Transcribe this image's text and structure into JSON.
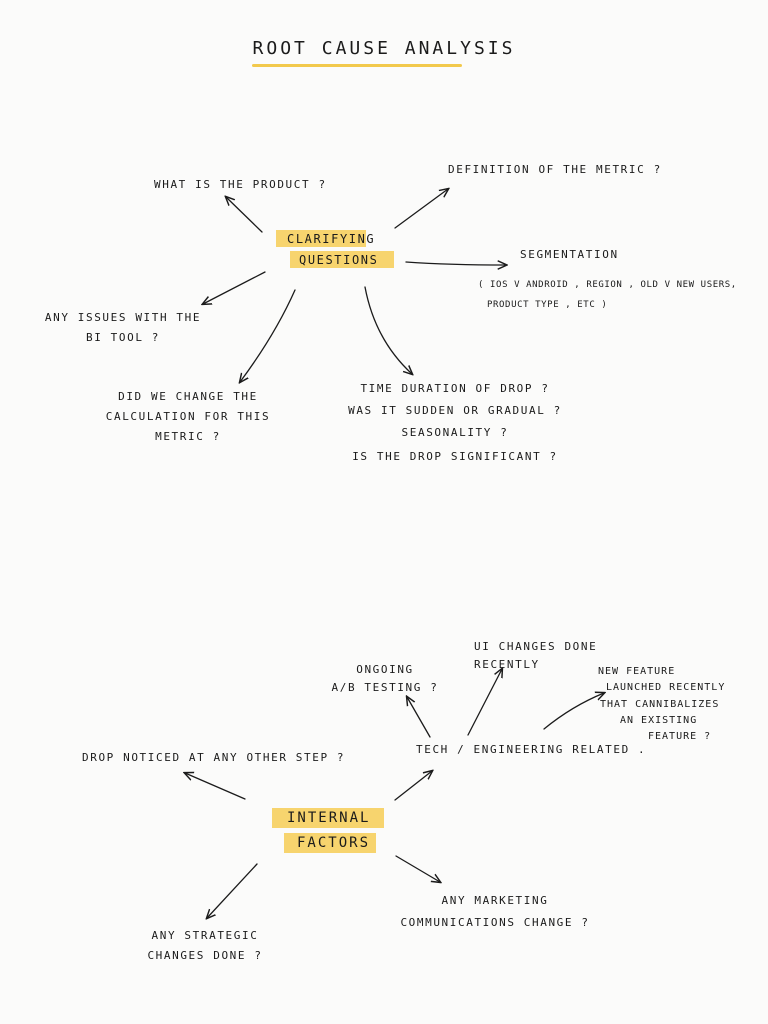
{
  "title": "ROOT CAUSE ANALYSIS",
  "colors": {
    "highlight": "#f6cd55",
    "ink": "#1b1b1b",
    "paper": "#fbfbfa"
  },
  "clarifying": {
    "hub": [
      "CLARIFYING",
      "QUESTIONS"
    ],
    "product": "WHAT IS THE PRODUCT ?",
    "definition": "DEFINITION OF THE METRIC ?",
    "segmentation_title": "SEGMENTATION",
    "segmentation_detail": [
      "( IOS v ANDROID , REGION , OLD v NEW USERS,",
      "PRODUCT TYPE , ETC )"
    ],
    "bi_tool": [
      "ANY ISSUES WITH THE",
      "BI TOOL ?"
    ],
    "calculation": [
      "DID WE CHANGE THE",
      "CALCULATION FOR THIS",
      "METRIC ?"
    ],
    "duration": [
      "TIME DURATION OF DROP ?",
      "WAS IT SUDDEN OR GRADUAL ?",
      "SEASONALITY ?",
      "IS THE DROP SIGNIFICANT ?"
    ]
  },
  "internal": {
    "hub": [
      "INTERNAL",
      "FACTORS"
    ],
    "tech": "TECH / ENGINEERING RELATED .",
    "ab_testing": [
      "ONGOING",
      "A/B TESTING ?"
    ],
    "ui_changes": [
      "UI CHANGES DONE",
      "RECENTLY"
    ],
    "new_feature": [
      "NEW FEATURE",
      "LAUNCHED RECENTLY",
      "THAT CANNIBALIZES",
      "AN EXISTING",
      "FEATURE ?"
    ],
    "other_step": "DROP NOTICED AT ANY OTHER STEP ?",
    "strategic": [
      "ANY STRATEGIC",
      "CHANGES DONE ?"
    ],
    "marketing": [
      "ANY MARKETING",
      "COMMUNICATIONS CHANGE ?"
    ]
  }
}
